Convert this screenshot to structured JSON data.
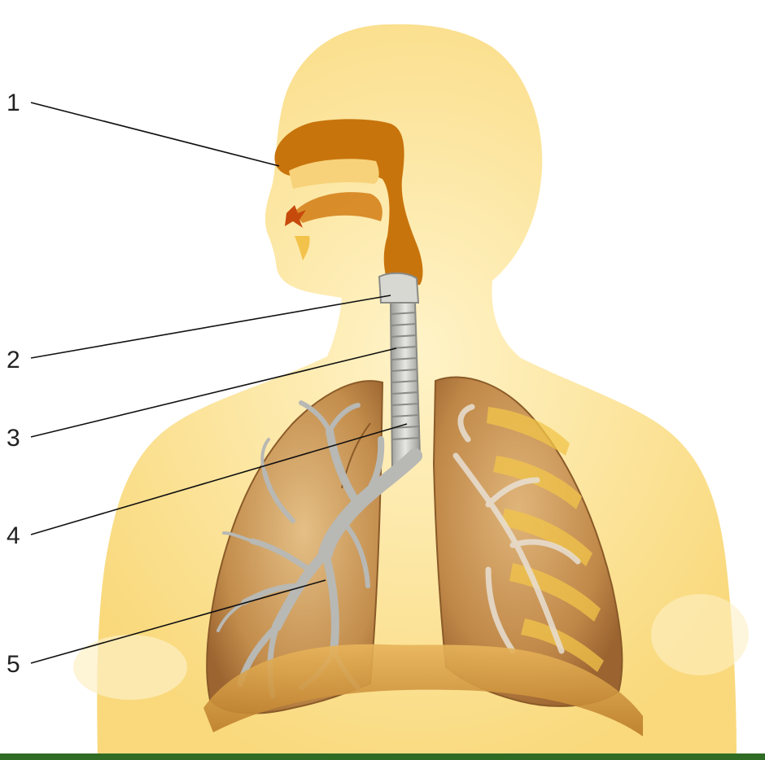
{
  "labels": [
    "1",
    "2",
    "3",
    "4",
    "5"
  ],
  "colors": {
    "body_fill": "#fce6a2",
    "body_light": "#fff3c8",
    "cavity": "#c8740c",
    "lung_fill": "#c99a5a",
    "lung_dark": "#a8743a",
    "rib": "#f0c33c",
    "trachea": "#c9c9c4",
    "bronchi": "#b8b8b4",
    "diaphragm": "#d99a3a",
    "bar": "#2f6b24",
    "line": "#111111"
  },
  "icons": {
    "head": "head-silhouette-icon",
    "lungs": "lungs-icon",
    "trachea": "trachea-icon"
  }
}
